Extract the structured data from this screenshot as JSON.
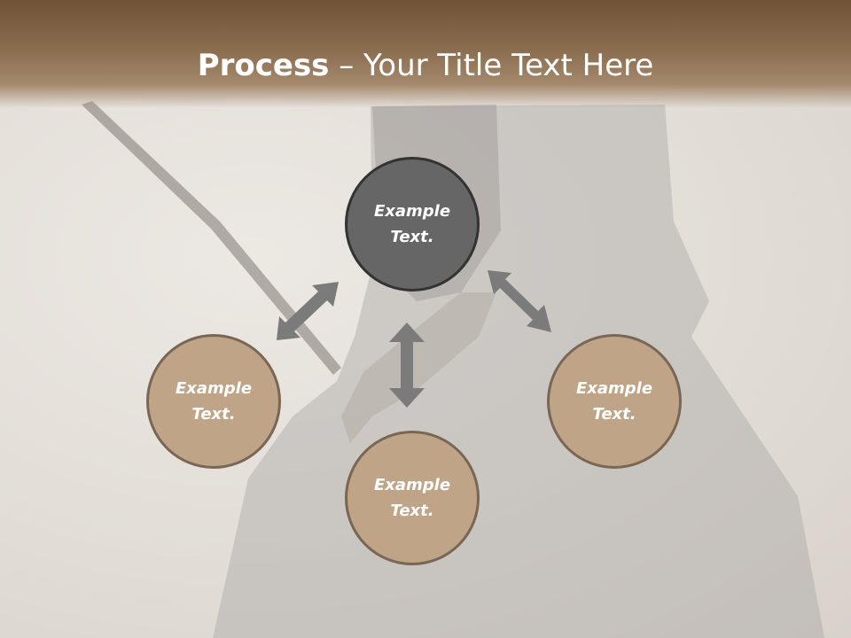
{
  "slide": {
    "title_bold": "Process",
    "title_rest": " – Your Title Text Here"
  },
  "circles": {
    "top": {
      "line1": "Example",
      "line2": "Text."
    },
    "left": {
      "line1": "Example",
      "line2": "Text."
    },
    "right": {
      "line1": "Example",
      "line2": "Text."
    },
    "bottom": {
      "line1": "Example",
      "line2": "Text."
    }
  },
  "colors": {
    "title_bar": "#7a5c3e",
    "circle_tan": "#c0a487",
    "circle_dark": "#666666",
    "arrow": "#7b7b7b"
  },
  "icons": [
    "double-arrow-icon"
  ]
}
